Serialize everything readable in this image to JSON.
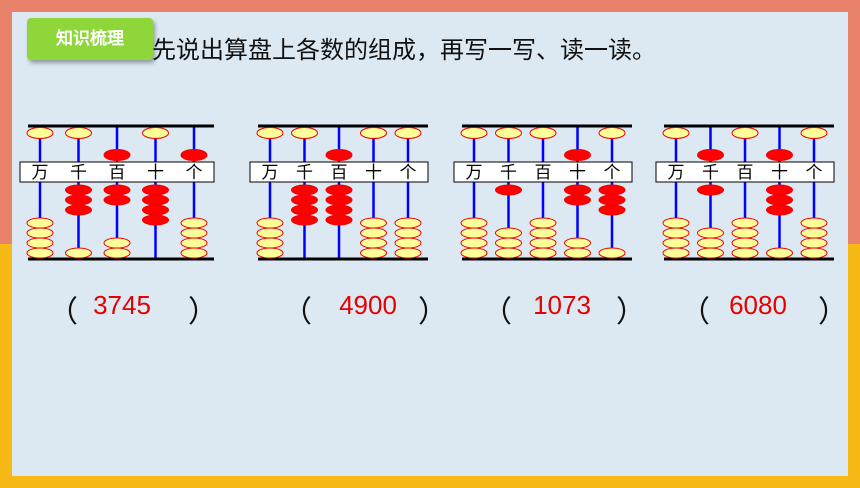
{
  "badge": {
    "label": "知识梳理"
  },
  "instruction": "先说出算盘上各数的组成，再写一写、读一读。",
  "place_labels": [
    "万",
    "千",
    "百",
    "十",
    "个"
  ],
  "colors": {
    "bead_active": "#ff0000",
    "bead_inactive": "#ffff99",
    "rod": "#0000ff",
    "answer": "#e60000"
  },
  "abaci": [
    {
      "digits": [
        0,
        3,
        7,
        4,
        5
      ],
      "answer": "3745"
    },
    {
      "digits": [
        0,
        4,
        9,
        0,
        0
      ],
      "answer": "4900"
    },
    {
      "digits": [
        0,
        1,
        0,
        7,
        3
      ],
      "answer": "1073"
    },
    {
      "digits": [
        0,
        6,
        0,
        8,
        0
      ],
      "answer": "6080"
    }
  ],
  "paren_open": "（",
  "paren_close": "）"
}
